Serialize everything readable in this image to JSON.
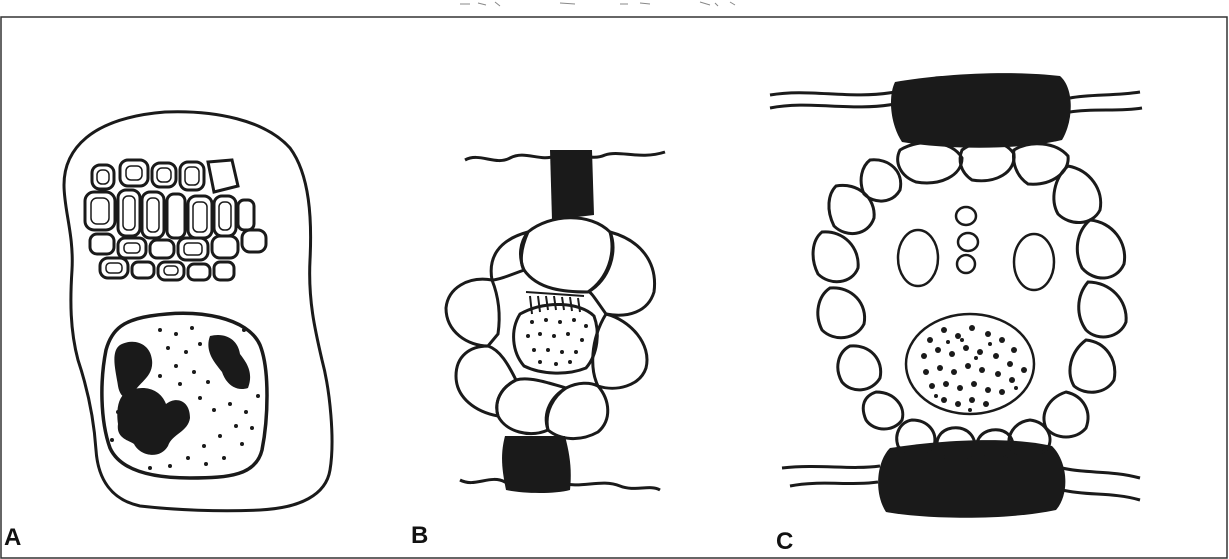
{
  "panels": [
    {
      "id": "A",
      "label": "A"
    },
    {
      "id": "B",
      "label": "B"
    },
    {
      "id": "C",
      "label": "C"
    }
  ],
  "colors": {
    "background": "#ffffff",
    "ink": "#1a1a1a",
    "frame": "#333333"
  }
}
